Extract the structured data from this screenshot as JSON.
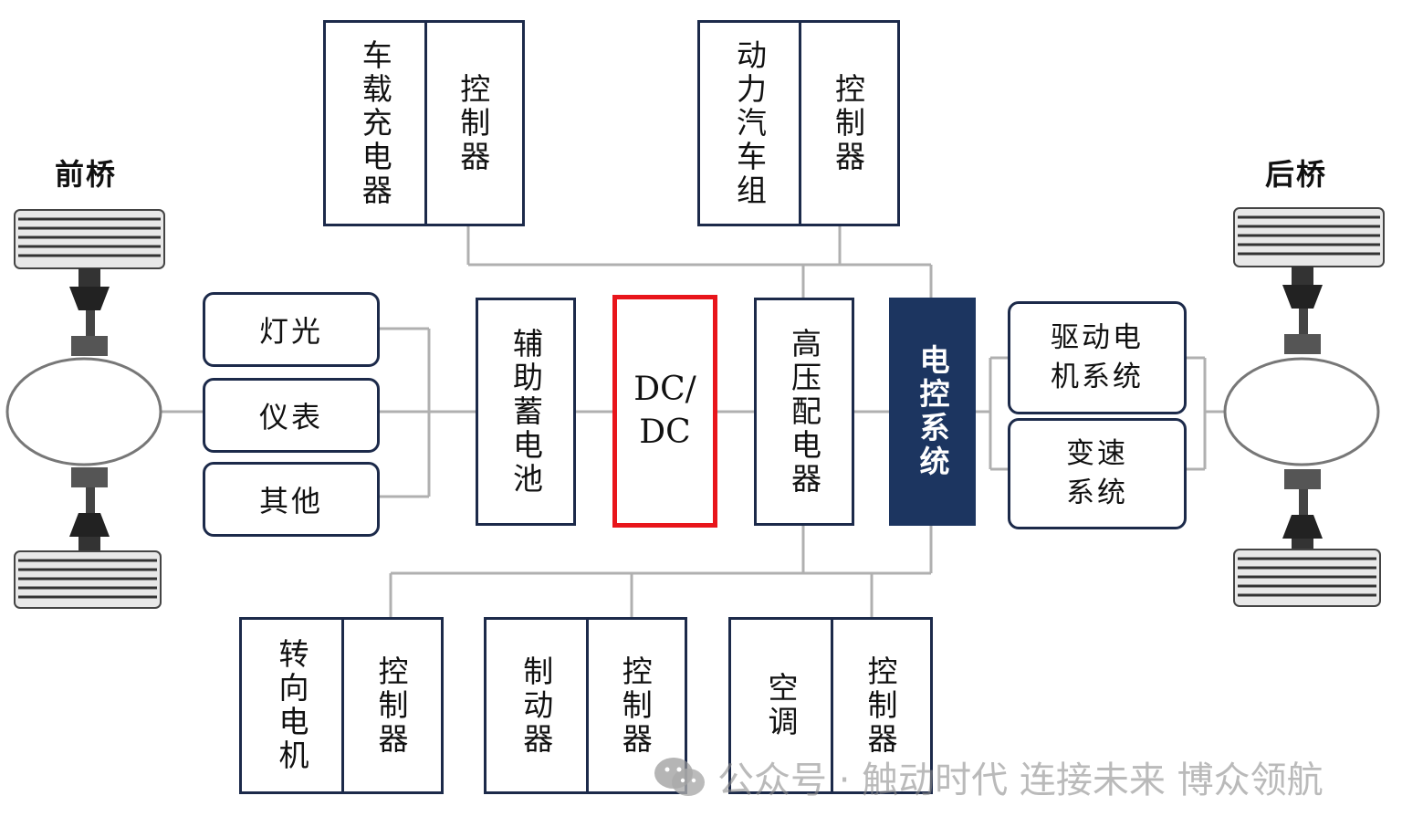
{
  "axles": {
    "front": "前桥",
    "rear": "后桥"
  },
  "top_boxes": [
    {
      "name": "车载充电器",
      "controller": "控制器"
    },
    {
      "name": "动力汽车组",
      "controller": "控制器"
    }
  ],
  "left_boxes": [
    "灯光",
    "仪表",
    "其他"
  ],
  "middle_boxes": {
    "aux_battery": "辅助蓄电池",
    "dcdc_line1": "DC/",
    "dcdc_line2": "DC",
    "hv_distributor": "高压配电器",
    "ecu": "电控系统"
  },
  "right_boxes": [
    {
      "line1": "驱动电",
      "line2": "机系统"
    },
    {
      "line1": "变速",
      "line2": "系统"
    }
  ],
  "bottom_boxes": [
    {
      "name": "转向电机",
      "controller": "控制器"
    },
    {
      "name": "制动器",
      "controller": "控制器"
    },
    {
      "name": "空调",
      "controller": "控制器"
    }
  ],
  "watermark": "公众号 · 触动时代 连接未来 博众领航",
  "colors": {
    "box_border": "#1c2a4a",
    "highlight": "#e8151b",
    "ecu_fill": "#1c3560",
    "wire": "#b0b0b0"
  }
}
